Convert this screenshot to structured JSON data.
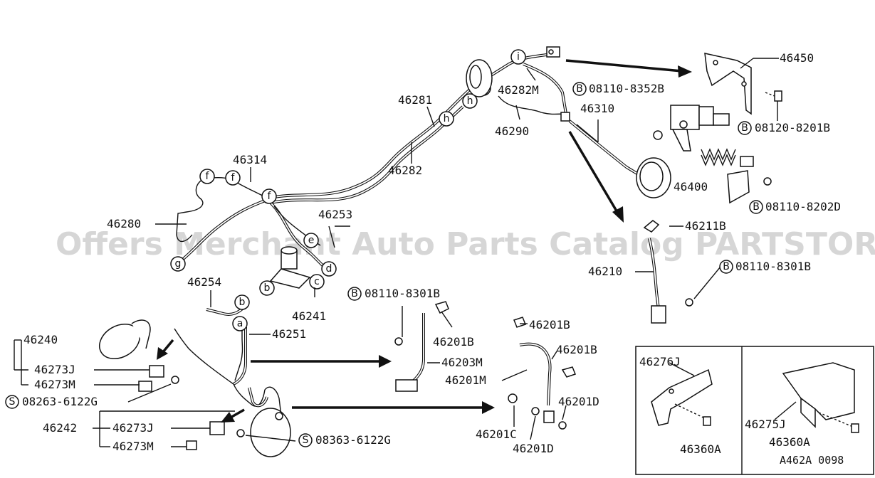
{
  "watermark": "Offers Merchant Auto Parts Catalog PARTSTORE.SA",
  "figure_code": "A462A 0098",
  "callouts": {
    "p46450": "46450",
    "p08110_8352B": "08110-8352B",
    "p46282M": "46282M",
    "p46281": "46281",
    "p46310": "46310",
    "p08120_8201B": "08120-8201B",
    "p46290": "46290",
    "p46314": "46314",
    "p46282": "46282",
    "p46400": "46400",
    "p08110_8202D": "08110-8202D",
    "p46253": "46253",
    "p46280": "46280",
    "p46211B": "46211B",
    "p46210": "46210",
    "p08110_8301B_right": "08110-8301B",
    "p46254": "46254",
    "p08110_8301B_mid": "08110-8301B",
    "p46241": "46241",
    "p46201B_a": "46201B",
    "p46201B_b": "46201B",
    "p46201B_c": "46201B",
    "p46240": "46240",
    "p46251": "46251",
    "p46203M": "46203M",
    "p46201M": "46201M",
    "p46273J_top": "46273J",
    "p46273M_top": "46273M",
    "p08263_6122G": "08263-6122G",
    "p46201D_a": "46201D",
    "p46242": "46242",
    "p46273J_bot": "46273J",
    "p46273M_bot": "46273M",
    "p08363_6122G": "08363-6122G",
    "p46201C": "46201C",
    "p46201D_b": "46201D",
    "p46276J": "46276J",
    "p46275J": "46275J",
    "p46360A_a": "46360A",
    "p46360A_b": "46360A"
  },
  "bolt_symbol": "B",
  "screw_symbol": "S",
  "connection_letters": {
    "a": "a",
    "b": "b",
    "c": "c",
    "d": "d",
    "e": "e",
    "f": "f",
    "g": "g",
    "h": "h",
    "i": "i"
  }
}
